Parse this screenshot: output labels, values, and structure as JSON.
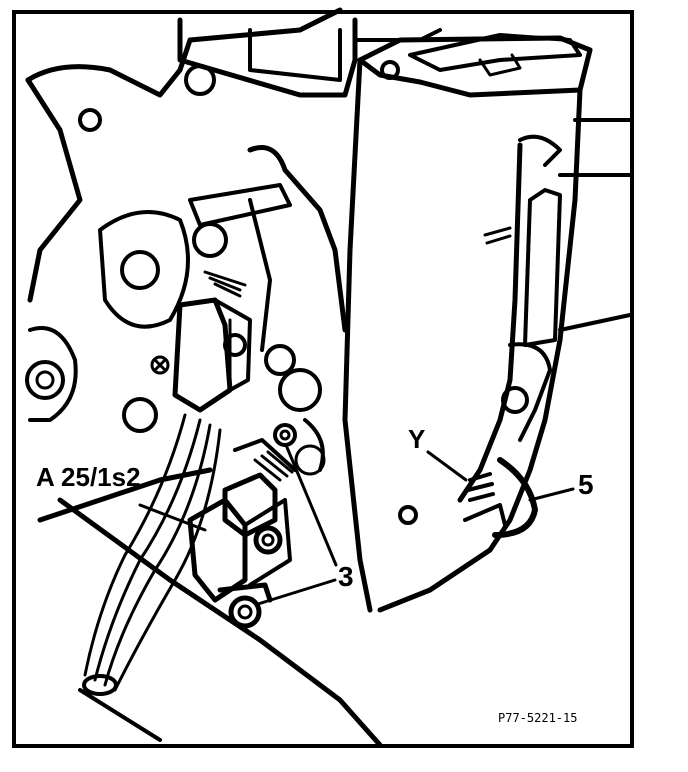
{
  "diagram": {
    "labels": {
      "component": "A 25/1s2",
      "screws": "3",
      "point_y": "Y",
      "part_5": "5"
    },
    "figure_code": "P77-5221-15"
  },
  "colors": {
    "ink": "#000000",
    "paper": "#ffffff"
  }
}
